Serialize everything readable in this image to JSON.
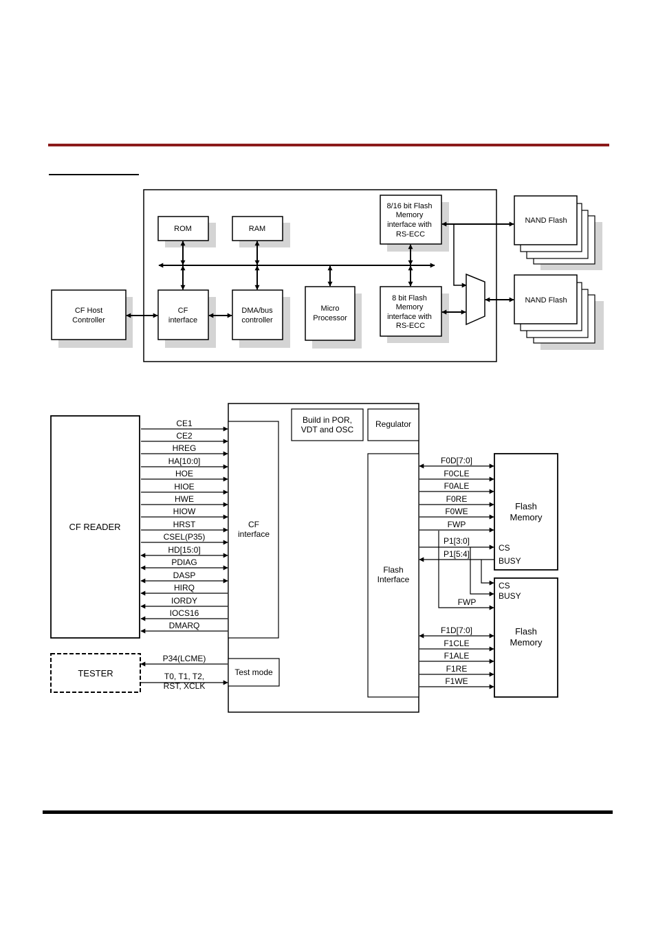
{
  "top_diagram": {
    "blocks": {
      "cf_host": [
        "CF Host",
        "Controller"
      ],
      "rom": [
        "ROM"
      ],
      "ram": [
        "RAM"
      ],
      "cf_interface": [
        "CF",
        "interface"
      ],
      "dma": [
        "DMA/bus",
        "controller"
      ],
      "micro": [
        "Micro",
        "Processor"
      ],
      "flash16": [
        "8/16 bit Flash",
        "Memory",
        "interface with",
        "RS-ECC"
      ],
      "flash8": [
        "8 bit Flash",
        "Memory",
        "interface with",
        "RS-ECC"
      ],
      "nand1": [
        "NAND Flash"
      ],
      "nand2": [
        "NAND Flash"
      ]
    }
  },
  "bottom_diagram": {
    "cf_reader": "CF READER",
    "tester": "TESTER",
    "cf_interface": [
      "CF",
      "interface"
    ],
    "por": [
      "Build in POR,",
      "VDT and OSC"
    ],
    "regulator": "Regulator",
    "flash_interface": [
      "Flash",
      "Interface"
    ],
    "test_mode": "Test mode",
    "flash_memory_1": [
      "Flash",
      "Memory"
    ],
    "flash_memory_2": [
      "Flash",
      "Memory"
    ],
    "host_signals": [
      "CE1",
      "CE2",
      "HREG",
      "HA[10:0]",
      "HOE",
      "HIOE",
      "HWE",
      "HIOW",
      "HRST",
      "CSEL(P35)",
      "HD[15:0]",
      "PDIAG",
      "DASP",
      "HIRQ",
      "IORDY",
      "IOCS16",
      "DMARQ"
    ],
    "tester_signals": {
      "out": "P34(LCME)",
      "in": [
        "T0, T1, T2,",
        "RST, XCLK"
      ]
    },
    "flash0_signals": [
      "F0D[7:0]",
      "F0CLE",
      "F0ALE",
      "F0RE",
      "F0WE",
      "FWP"
    ],
    "p1_signals": [
      "P1[3:0]",
      "P1[5:4]"
    ],
    "fwp2": "FWP",
    "flash1_signals": [
      "F1D[7:0]",
      "F1CLE",
      "F1ALE",
      "F1RE",
      "F1WE"
    ],
    "cs_busy_1": [
      "CS",
      "BUSY"
    ],
    "cs_busy_2": [
      "CS",
      "BUSY"
    ]
  }
}
